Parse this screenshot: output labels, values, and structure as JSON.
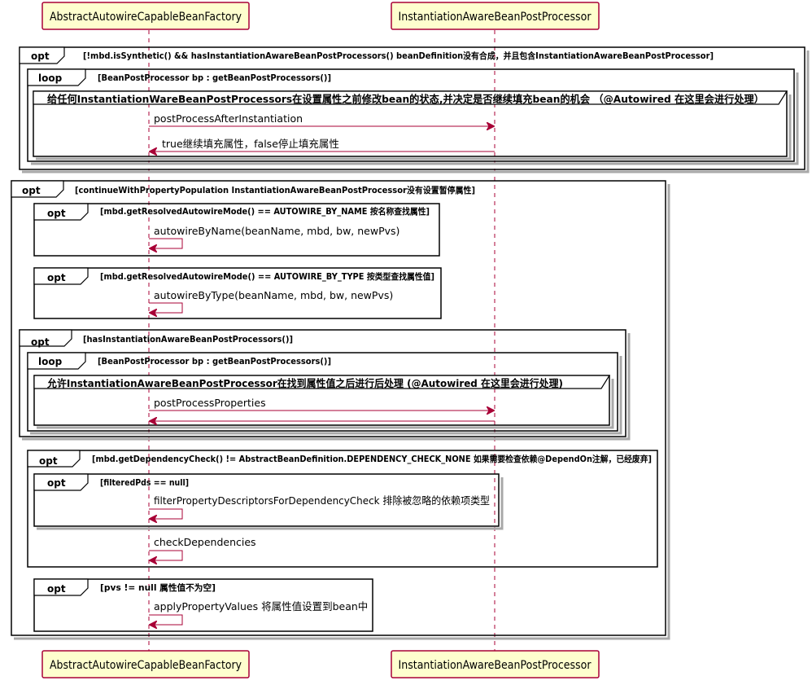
{
  "participants": [
    "AbstractAutowireCapableBeanFactory",
    "InstantiationAwareBeanPostProcessor"
  ],
  "fragments": {
    "opt1": {
      "kw": "opt",
      "guard": "[!mbd.isSynthetic() && hasInstantiationAwareBeanPostProcessors() beanDefinition没有合成，并且包含InstantiationAwareBeanPostProcessor]"
    },
    "loop1": {
      "kw": "loop",
      "guard": "[BeanPostProcessor bp : getBeanPostProcessors()]"
    },
    "group1": {
      "text": "给任何InstantiationWareBeanPostProcessors在设置属性之前修改bean的状态,并决定是否继续填充bean的机会 （@Autowired 在这里会进行处理）"
    },
    "opt2": {
      "kw": "opt",
      "guard": "[continueWithPropertyPopulation InstantiationAwareBeanPostProcessor没有设置暂停属性]"
    },
    "opt3": {
      "kw": "opt",
      "guard": "[mbd.getResolvedAutowireMode() == AUTOWIRE_BY_NAME 按名称查找属性]"
    },
    "opt4": {
      "kw": "opt",
      "guard": "[mbd.getResolvedAutowireMode() == AUTOWIRE_BY_TYPE 按类型查找属性值]"
    },
    "opt5": {
      "kw": "opt",
      "guard": "[hasInstantiationAwareBeanPostProcessors()]"
    },
    "loop2": {
      "kw": "loop",
      "guard": "[BeanPostProcessor bp : getBeanPostProcessors()]"
    },
    "group2": {
      "text": "允许InstantiationAwareBeanPostProcessor在找到属性值之后进行后处理 (@Autowired 在这里会进行处理)"
    },
    "opt6": {
      "kw": "opt",
      "guard": "[mbd.getDependencyCheck() != AbstractBeanDefinition.DEPENDENCY_CHECK_NONE 如果需要检查依赖@DependOn注解，已经废弃]"
    },
    "opt7": {
      "kw": "opt",
      "guard": "[filteredPds == null]"
    },
    "opt8": {
      "kw": "opt",
      "guard": "[pvs != null 属性值不为空]"
    }
  },
  "messages": {
    "m1": "postProcessAfterInstantiation",
    "m2": "true继续填充属性，false停止填充属性",
    "m3": "autowireByName(beanName, mbd, bw, newPvs)",
    "m4": "autowireByType(beanName, mbd, bw, newPvs)",
    "m5": "postProcessProperties",
    "m6": "filterPropertyDescriptorsForDependencyCheck 排除被忽略的依赖项类型",
    "m7": "checkDependencies",
    "m8": "applyPropertyValues 将属性值设置到bean中"
  },
  "colors": {
    "participant_fill": "#FEFECE",
    "participant_border": "#A80036",
    "arrow": "#A80036"
  }
}
